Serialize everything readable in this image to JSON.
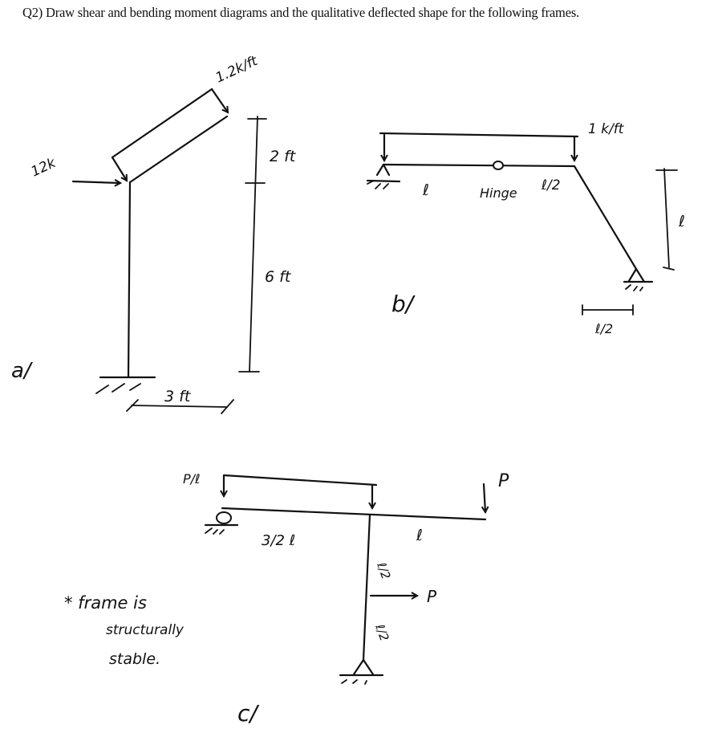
{
  "question": {
    "text": "Q2) Draw shear and bending moment diagrams and the qualitative deflected shape for the following frames."
  },
  "frames": {
    "a": {
      "label": "a/",
      "point_load": "12k",
      "distributed_load": "1.2k/ft",
      "dim_upper": "2 ft",
      "dim_lower": "6 ft",
      "dim_horizontal": "3 ft",
      "support": "fixed"
    },
    "b": {
      "label": "b/",
      "distributed_load": "1 k/ft",
      "span_left": "ℓ",
      "hinge_label": "Hinge",
      "span_right": "ℓ/2",
      "dim_vertical": "ℓ",
      "dim_horizontal": "ℓ/2",
      "supports": [
        "pin-left",
        "pin-right"
      ]
    },
    "c": {
      "label": "c/",
      "distributed_load": "P/ℓ",
      "point_load_top": "P",
      "span_left": "3/2 ℓ",
      "span_right": "ℓ",
      "col_upper": "ℓ/2",
      "col_lower": "ℓ/2",
      "lateral_load": "P",
      "note_line1": "* frame is",
      "note_line2": "structurally",
      "note_line3": "stable.",
      "supports": [
        "roller-left",
        "pin-bottom"
      ]
    }
  }
}
